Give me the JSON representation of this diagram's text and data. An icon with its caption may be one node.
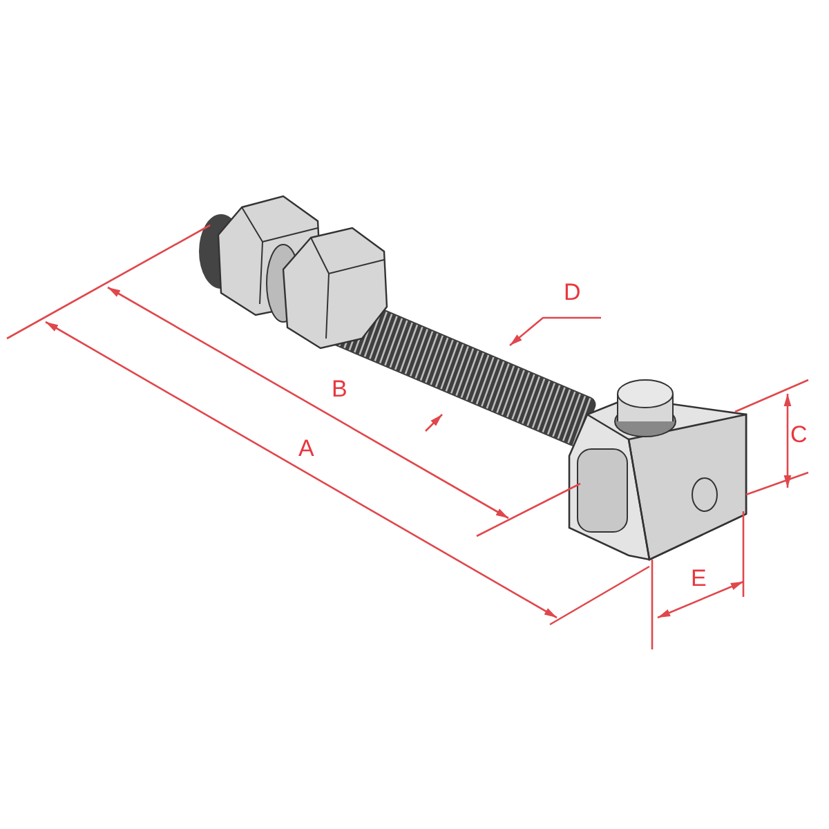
{
  "diagram": {
    "labels": [
      "D",
      "B",
      "C",
      "A",
      "E"
    ]
  }
}
